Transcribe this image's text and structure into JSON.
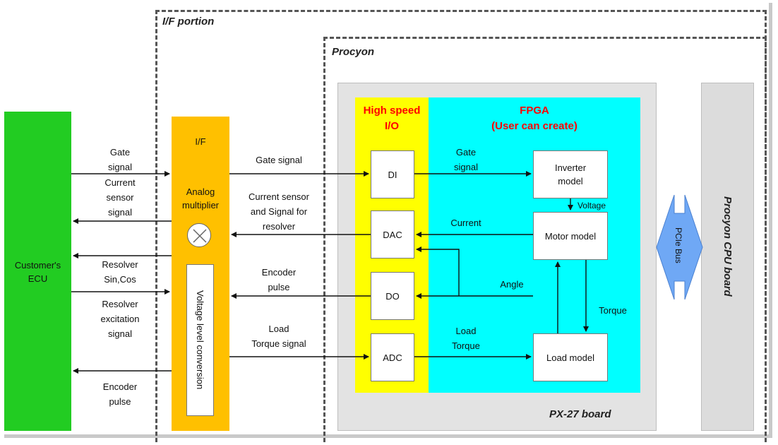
{
  "regions": {
    "if_portion": "I/F portion",
    "procyon": "Procyon",
    "px27": "PX-27 board",
    "cpu_board": "Procyon CPU board"
  },
  "blocks": {
    "ecu": "Customer's\nECU",
    "if_label": "I/F",
    "analog_multiplier": "Analog\nmultiplier",
    "voltage_level": "Voltage level conversion",
    "hsio_title": "High speed\nI/O",
    "fpga_title": "FPGA\n(User can create)",
    "di": "DI",
    "dac": "DAC",
    "do": "DO",
    "adc": "ADC",
    "inverter": "Inverter\nmodel",
    "motor": "Motor model",
    "load": "Load model",
    "pcie": "PCIe Bus"
  },
  "signals": {
    "left_gate": "Gate\nsignal",
    "left_current": "Current\nsensor\nsignal",
    "left_resolver_sincos": "Resolver\nSin,Cos",
    "left_resolver_exc": "Resolver\nexcitation\nsignal",
    "left_encoder": "Encoder\npulse",
    "mid_gate": "Gate signal",
    "mid_current": "Current sensor\nand Signal for\nresolver",
    "mid_encoder": "Encoder\npulse",
    "mid_load": "Load\nTorque signal",
    "fpga_gate": "Gate\nsignal",
    "fpga_current": "Current",
    "fpga_voltage": "Voltage",
    "fpga_angle": "Angle",
    "fpga_torque": "Torque",
    "fpga_load": "Load\nTorque"
  },
  "colors": {
    "ecu": "#22cc22",
    "if": "#ffc000",
    "hsio": "#ffff00",
    "fpga": "#00ffff",
    "px27": "#e3e3e3",
    "cpu": "#dcdcdc",
    "pcie": "#6fa8f5",
    "title_red": "#ff0000"
  }
}
